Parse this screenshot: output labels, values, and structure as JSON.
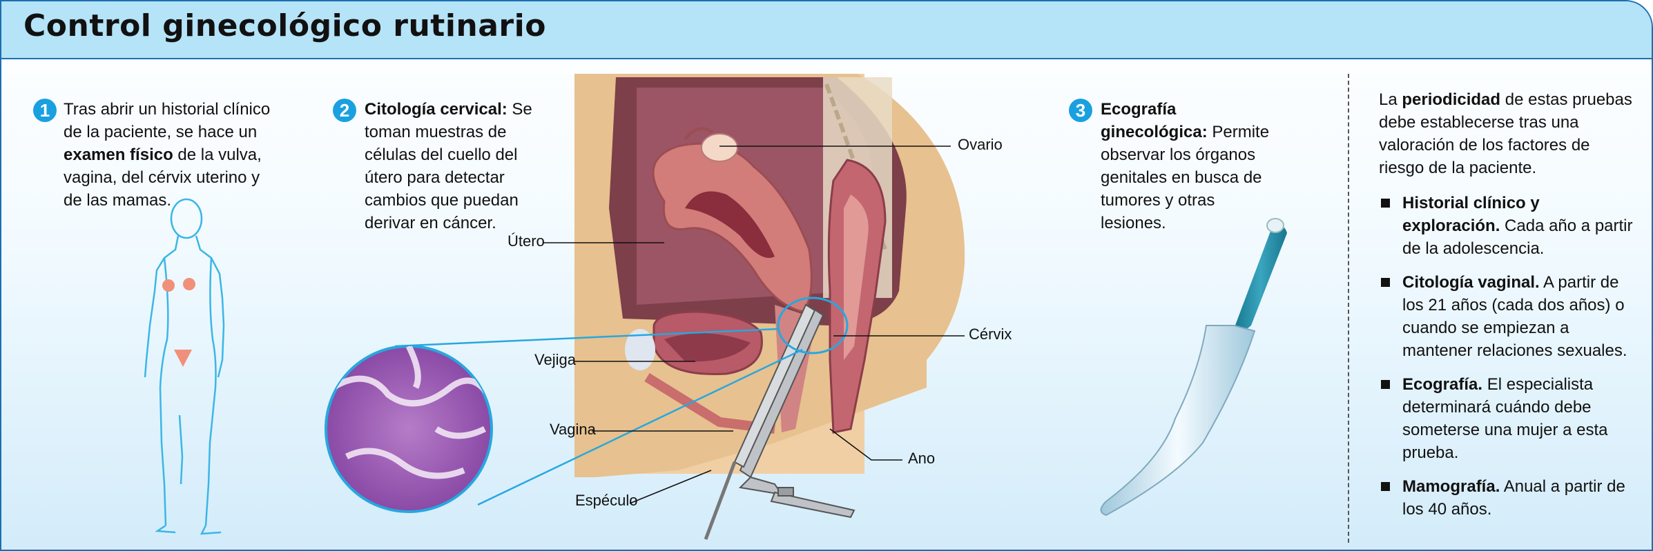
{
  "title": "Control ginecológico rutinario",
  "steps": [
    {
      "num": "1",
      "pre": "Tras abrir un historial clínico de la paciente, se hace un ",
      "bold": "examen físico",
      "post": " de la vulva, vagina, del cérvix uterino y de las mamas."
    },
    {
      "num": "2",
      "bold": "Citología cervical:",
      "post": " Se toman muestras de células del cuello del útero para detectar cambios que puedan derivar en cáncer."
    },
    {
      "num": "3",
      "bold": "Ecografía ginecológica:",
      "post": " Permite observar los órganos genitales en busca de tumores y otras lesiones."
    }
  ],
  "labels": {
    "ovario": "Ovario",
    "utero": "Útero",
    "cervix": "Cérvix",
    "vejiga": "Vejiga",
    "vagina": "Vagina",
    "ano": "Ano",
    "especulo": "Espéculo"
  },
  "side": {
    "intro_pre": "La ",
    "intro_bold": "periodicidad",
    "intro_post": " de estas pruebas debe establecerse tras una valoración de los factores de riesgo de la paciente.",
    "items": [
      {
        "bold": "Historial clínico y exploración.",
        "text": " Cada año a partir de la adolescencia."
      },
      {
        "bold": "Citología vaginal.",
        "text": " A partir de los 21 años (cada dos años) o cuando se empiezan a mantener relaciones sexuales."
      },
      {
        "bold": "Ecografía.",
        "text": " El especialista determinará cuándo debe someterse una mujer a esta prueba."
      },
      {
        "bold": "Mamografía.",
        "text": " Anual a partir de los 40 años."
      }
    ]
  },
  "colors": {
    "accent": "#1aa0e0",
    "header_bg": "#b5e3f8",
    "frame": "#1b6fb0",
    "tissue": "#e7c18f",
    "organ": "#d27d7a",
    "cells": "#9a55b5"
  }
}
